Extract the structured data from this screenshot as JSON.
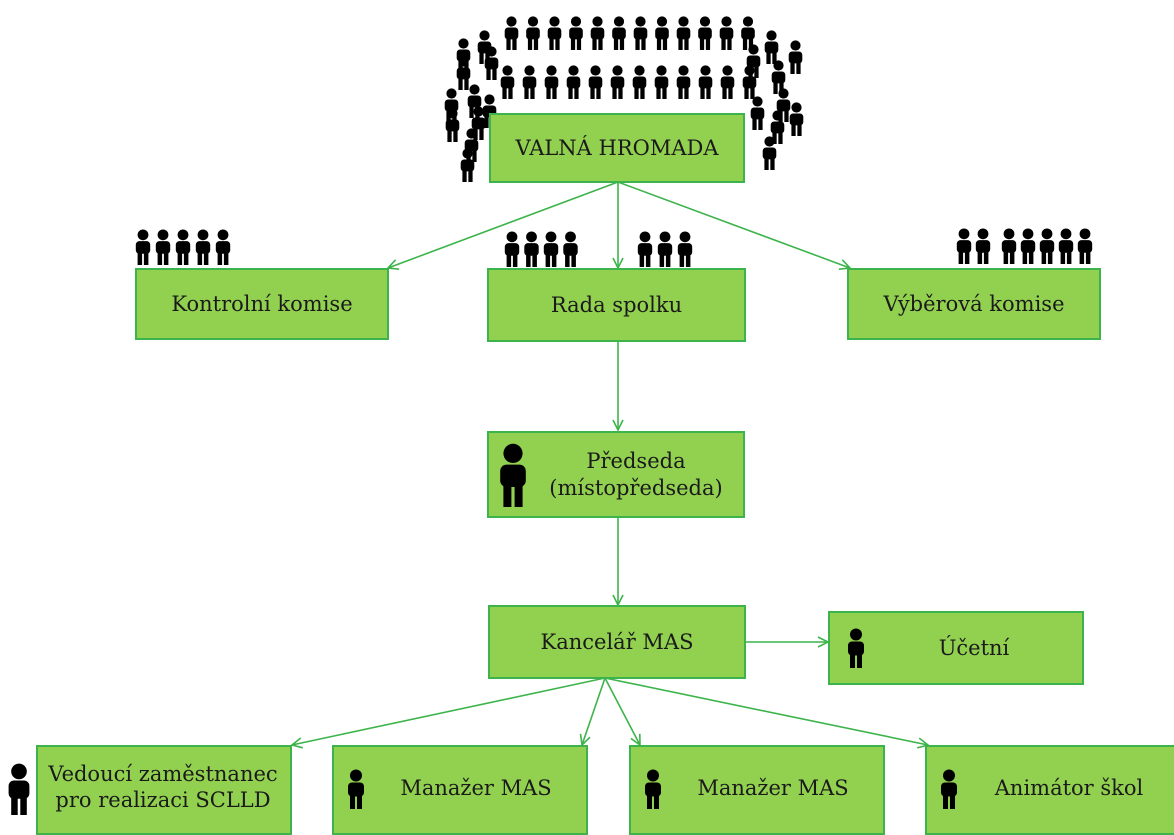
{
  "diagram": {
    "nodes": {
      "valna": {
        "label": "VALNÁ HROMADA"
      },
      "kontrolni": {
        "label": "Kontrolní komise"
      },
      "rada": {
        "label": "Rada spolku"
      },
      "vyberova": {
        "label": "Výběrová komise"
      },
      "predseda": {
        "line1": "Předseda",
        "line2": "(místopředseda)"
      },
      "kancelar": {
        "label": "Kancelář MAS"
      },
      "ucetni": {
        "label": "Účetní"
      },
      "vedouci": {
        "line1": "Vedoucí zaměstnanec",
        "line2": "pro realizaci SCLLD"
      },
      "manazer1": {
        "label": "Manažer MAS"
      },
      "manazer2": {
        "label": "Manažer MAS"
      },
      "animator": {
        "label": "Animátor škol"
      }
    },
    "member_groups": {
      "valna": 44,
      "kontrolni": 5,
      "rada": 7,
      "vyberova": 7
    },
    "colors": {
      "box_fill": "#92d050",
      "box_border": "#3cb44b",
      "arrow": "#3cb44b",
      "icon": "#000000"
    },
    "icons": {
      "person": "person-icon"
    }
  }
}
